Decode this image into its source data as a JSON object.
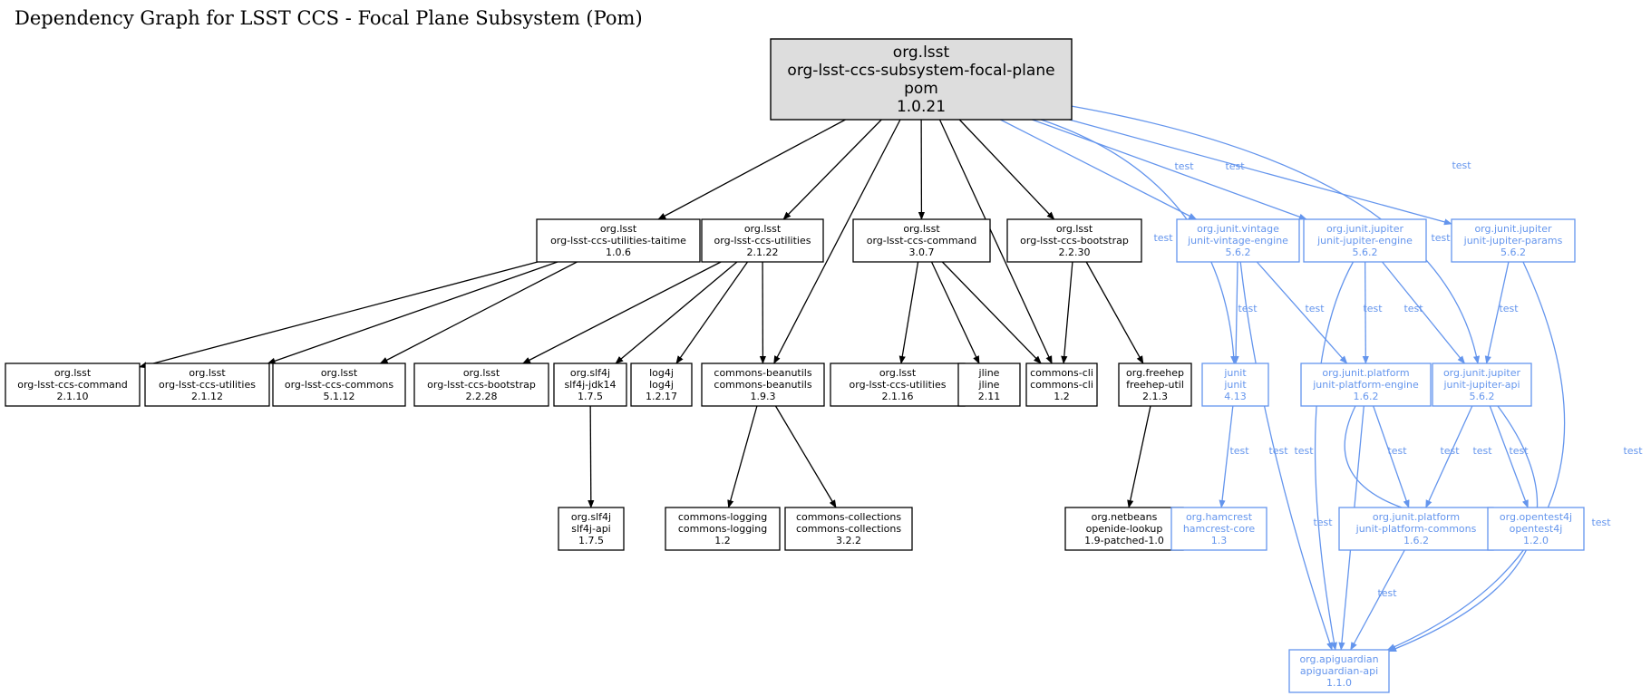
{
  "title": "Dependency Graph for LSST CCS - Focal Plane Subsystem (Pom)",
  "colors": {
    "compile": "#000000",
    "test": "#6495ed",
    "root_fill": "#dddddd"
  },
  "nodes": [
    {
      "id": "root",
      "lines": [
        "org.lsst",
        "org-lsst-ccs-subsystem-focal-plane",
        "pom",
        "1.0.21"
      ],
      "scope": "root"
    },
    {
      "id": "utilities_taitime",
      "lines": [
        "org.lsst",
        "org-lsst-ccs-utilities-taitime",
        "1.0.6"
      ],
      "scope": "compile"
    },
    {
      "id": "utilities_2122",
      "lines": [
        "org.lsst",
        "org-lsst-ccs-utilities",
        "2.1.22"
      ],
      "scope": "compile"
    },
    {
      "id": "command_307",
      "lines": [
        "org.lsst",
        "org-lsst-ccs-command",
        "3.0.7"
      ],
      "scope": "compile"
    },
    {
      "id": "bootstrap_2230",
      "lines": [
        "org.lsst",
        "org-lsst-ccs-bootstrap",
        "2.2.30"
      ],
      "scope": "compile"
    },
    {
      "id": "vintage_engine",
      "lines": [
        "org.junit.vintage",
        "junit-vintage-engine",
        "5.6.2"
      ],
      "scope": "test"
    },
    {
      "id": "jupiter_engine",
      "lines": [
        "org.junit.jupiter",
        "junit-jupiter-engine",
        "5.6.2"
      ],
      "scope": "test"
    },
    {
      "id": "jupiter_params",
      "lines": [
        "org.junit.jupiter",
        "junit-jupiter-params",
        "5.6.2"
      ],
      "scope": "test"
    },
    {
      "id": "command_2110",
      "lines": [
        "org.lsst",
        "org-lsst-ccs-command",
        "2.1.10"
      ],
      "scope": "compile"
    },
    {
      "id": "utilities_2112",
      "lines": [
        "org.lsst",
        "org-lsst-ccs-utilities",
        "2.1.12"
      ],
      "scope": "compile"
    },
    {
      "id": "commons_5112",
      "lines": [
        "org.lsst",
        "org-lsst-ccs-commons",
        "5.1.12"
      ],
      "scope": "compile"
    },
    {
      "id": "bootstrap_2228",
      "lines": [
        "org.lsst",
        "org-lsst-ccs-bootstrap",
        "2.2.28"
      ],
      "scope": "compile"
    },
    {
      "id": "slf4j_jdk14",
      "lines": [
        "org.slf4j",
        "slf4j-jdk14",
        "1.7.5"
      ],
      "scope": "compile"
    },
    {
      "id": "log4j",
      "lines": [
        "log4j",
        "log4j",
        "1.2.17"
      ],
      "scope": "compile"
    },
    {
      "id": "beanutils",
      "lines": [
        "commons-beanutils",
        "commons-beanutils",
        "1.9.3"
      ],
      "scope": "compile"
    },
    {
      "id": "utilities_2116",
      "lines": [
        "org.lsst",
        "org-lsst-ccs-utilities",
        "2.1.16"
      ],
      "scope": "compile"
    },
    {
      "id": "jline",
      "lines": [
        "jline",
        "jline",
        "2.11"
      ],
      "scope": "compile"
    },
    {
      "id": "commons_cli",
      "lines": [
        "commons-cli",
        "commons-cli",
        "1.2"
      ],
      "scope": "compile"
    },
    {
      "id": "freehep_util",
      "lines": [
        "org.freehep",
        "freehep-util",
        "2.1.3"
      ],
      "scope": "compile"
    },
    {
      "id": "junit",
      "lines": [
        "junit",
        "junit",
        "4.13"
      ],
      "scope": "test"
    },
    {
      "id": "platform_engine",
      "lines": [
        "org.junit.platform",
        "junit-platform-engine",
        "1.6.2"
      ],
      "scope": "test"
    },
    {
      "id": "jupiter_api",
      "lines": [
        "org.junit.jupiter",
        "junit-jupiter-api",
        "5.6.2"
      ],
      "scope": "test"
    },
    {
      "id": "slf4j_api",
      "lines": [
        "org.slf4j",
        "slf4j-api",
        "1.7.5"
      ],
      "scope": "compile"
    },
    {
      "id": "commons_logging",
      "lines": [
        "commons-logging",
        "commons-logging",
        "1.2"
      ],
      "scope": "compile"
    },
    {
      "id": "commons_collections",
      "lines": [
        "commons-collections",
        "commons-collections",
        "3.2.2"
      ],
      "scope": "compile"
    },
    {
      "id": "openide_lookup",
      "lines": [
        "org.netbeans",
        "openide-lookup",
        "1.9-patched-1.0"
      ],
      "scope": "compile"
    },
    {
      "id": "hamcrest",
      "lines": [
        "org.hamcrest",
        "hamcrest-core",
        "1.3"
      ],
      "scope": "test"
    },
    {
      "id": "platform_commons",
      "lines": [
        "org.junit.platform",
        "junit-platform-commons",
        "1.6.2"
      ],
      "scope": "test"
    },
    {
      "id": "opentest4j",
      "lines": [
        "org.opentest4j",
        "opentest4j",
        "1.2.0"
      ],
      "scope": "test"
    },
    {
      "id": "apiguardian",
      "lines": [
        "org.apiguardian",
        "apiguardian-api",
        "1.1.0"
      ],
      "scope": "test"
    }
  ],
  "edges": [
    {
      "from": "root",
      "to": "utilities_taitime",
      "scope": "compile"
    },
    {
      "from": "root",
      "to": "utilities_2122",
      "scope": "compile"
    },
    {
      "from": "root",
      "to": "beanutils",
      "scope": "compile"
    },
    {
      "from": "root",
      "to": "command_307",
      "scope": "compile"
    },
    {
      "from": "root",
      "to": "commons_cli",
      "scope": "compile"
    },
    {
      "from": "root",
      "to": "bootstrap_2230",
      "scope": "compile"
    },
    {
      "from": "root",
      "to": "junit",
      "scope": "test",
      "label": "test"
    },
    {
      "from": "root",
      "to": "vintage_engine",
      "scope": "test",
      "label": "test"
    },
    {
      "from": "root",
      "to": "jupiter_engine",
      "scope": "test",
      "label": "test"
    },
    {
      "from": "root",
      "to": "jupiter_api",
      "scope": "test",
      "label": "test"
    },
    {
      "from": "root",
      "to": "jupiter_params",
      "scope": "test",
      "label": "test"
    },
    {
      "from": "utilities_taitime",
      "to": "command_2110",
      "scope": "compile"
    },
    {
      "from": "utilities_taitime",
      "to": "utilities_2112",
      "scope": "compile"
    },
    {
      "from": "utilities_taitime",
      "to": "commons_5112",
      "scope": "compile"
    },
    {
      "from": "utilities_2122",
      "to": "bootstrap_2228",
      "scope": "compile"
    },
    {
      "from": "utilities_2122",
      "to": "slf4j_jdk14",
      "scope": "compile"
    },
    {
      "from": "utilities_2122",
      "to": "log4j",
      "scope": "compile"
    },
    {
      "from": "utilities_2122",
      "to": "beanutils",
      "scope": "compile"
    },
    {
      "from": "command_307",
      "to": "utilities_2116",
      "scope": "compile"
    },
    {
      "from": "command_307",
      "to": "jline",
      "scope": "compile"
    },
    {
      "from": "command_307",
      "to": "commons_cli",
      "scope": "compile"
    },
    {
      "from": "bootstrap_2230",
      "to": "commons_cli",
      "scope": "compile"
    },
    {
      "from": "bootstrap_2230",
      "to": "freehep_util",
      "scope": "compile"
    },
    {
      "from": "slf4j_jdk14",
      "to": "slf4j_api",
      "scope": "compile"
    },
    {
      "from": "beanutils",
      "to": "commons_logging",
      "scope": "compile"
    },
    {
      "from": "beanutils",
      "to": "commons_collections",
      "scope": "compile"
    },
    {
      "from": "freehep_util",
      "to": "openide_lookup",
      "scope": "compile"
    },
    {
      "from": "vintage_engine",
      "to": "junit",
      "scope": "test",
      "label": "test"
    },
    {
      "from": "vintage_engine",
      "to": "platform_engine",
      "scope": "test",
      "label": "test"
    },
    {
      "from": "vintage_engine",
      "to": "apiguardian",
      "scope": "test",
      "label": "test"
    },
    {
      "from": "jupiter_engine",
      "to": "platform_engine",
      "scope": "test",
      "label": "test"
    },
    {
      "from": "jupiter_engine",
      "to": "jupiter_api",
      "scope": "test",
      "label": "test"
    },
    {
      "from": "jupiter_engine",
      "to": "apiguardian",
      "scope": "test",
      "label": "test"
    },
    {
      "from": "jupiter_params",
      "to": "jupiter_api",
      "scope": "test",
      "label": "test"
    },
    {
      "from": "jupiter_params",
      "to": "apiguardian",
      "scope": "test",
      "label": "test"
    },
    {
      "from": "junit",
      "to": "hamcrest",
      "scope": "test",
      "label": "test"
    },
    {
      "from": "platform_engine",
      "to": "platform_commons",
      "scope": "test",
      "label": "test"
    },
    {
      "from": "platform_engine",
      "to": "opentest4j",
      "scope": "test",
      "label": "test"
    },
    {
      "from": "platform_engine",
      "to": "apiguardian",
      "scope": "test",
      "label": "test"
    },
    {
      "from": "jupiter_api",
      "to": "platform_commons",
      "scope": "test",
      "label": "test"
    },
    {
      "from": "jupiter_api",
      "to": "opentest4j",
      "scope": "test",
      "label": "test"
    },
    {
      "from": "jupiter_api",
      "to": "apiguardian",
      "scope": "test",
      "label": "test"
    },
    {
      "from": "platform_commons",
      "to": "apiguardian",
      "scope": "test",
      "label": "test"
    }
  ]
}
